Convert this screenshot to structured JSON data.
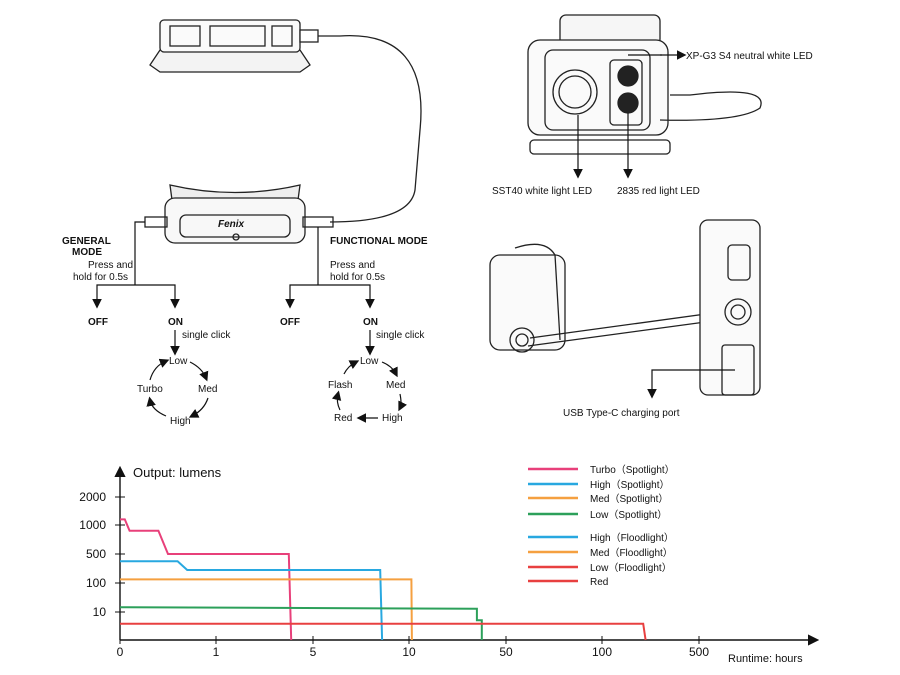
{
  "diagram": {
    "led_labels": {
      "xpg3": "XP-G3 S4 neutral white LED",
      "sst40": "SST40 white light LED",
      "red2835": "2835 red light LED",
      "usb": "USB Type-C charging port",
      "brand": "Fenix"
    },
    "general_mode": {
      "title_line1": "GENERAL",
      "title_line2": "MODE",
      "press_line1": "Press and",
      "press_line2": "hold for 0.5s",
      "off": "OFF",
      "on": "ON",
      "single_click": "single click",
      "cycle": [
        "Low",
        "Med",
        "High",
        "Turbo"
      ]
    },
    "functional_mode": {
      "title": "FUNCTIONAL MODE",
      "press_line1": "Press and",
      "press_line2": "hold for 0.5s",
      "off": "OFF",
      "on": "ON",
      "single_click": "single click",
      "cycle": [
        "Low",
        "Med",
        "High",
        "Red",
        "Flash"
      ]
    }
  },
  "chart_data": {
    "type": "line",
    "ylabel": "Output: lumens",
    "xlabel": "Runtime: hours",
    "yticks": [
      "2000",
      "1000",
      "500",
      "100",
      "10"
    ],
    "xticks": [
      "0",
      "1",
      "5",
      "10",
      "50",
      "100",
      "500"
    ],
    "series": [
      {
        "name": "Turbo（Spotlight）",
        "color": "#e8407a",
        "points": [
          [
            0,
            1200
          ],
          [
            0.05,
            1200
          ],
          [
            0.1,
            900
          ],
          [
            0.4,
            900
          ],
          [
            0.5,
            500
          ],
          [
            4,
            500
          ],
          [
            4.1,
            0
          ]
        ]
      },
      {
        "name": "High（Spotlight）",
        "color": "#28a8e0",
        "points": [
          [
            0,
            400
          ],
          [
            0.6,
            400
          ],
          [
            0.7,
            280
          ],
          [
            8.5,
            280
          ],
          [
            8.6,
            0
          ]
        ]
      },
      {
        "name": "Med（Spotlight）",
        "color": "#f5a040",
        "points": [
          [
            0,
            150
          ],
          [
            11,
            150
          ],
          [
            11.2,
            0
          ]
        ]
      },
      {
        "name": "Low（Spotlight）",
        "color": "#2ca05a",
        "points": [
          [
            0,
            25
          ],
          [
            38,
            20
          ],
          [
            38,
            5
          ],
          [
            40,
            5
          ],
          [
            40,
            0
          ]
        ]
      },
      {
        "name": "High（Floodlight）",
        "color": "#28a8e0",
        "points": []
      },
      {
        "name": "Med（Floodlight）",
        "color": "#f5a040",
        "points": []
      },
      {
        "name": "Low（Floodlight）",
        "color": "#e84040",
        "points": []
      },
      {
        "name": "Red",
        "color": "#e84040",
        "points": [
          [
            0,
            3
          ],
          [
            270,
            3
          ],
          [
            280,
            0
          ]
        ]
      }
    ]
  }
}
